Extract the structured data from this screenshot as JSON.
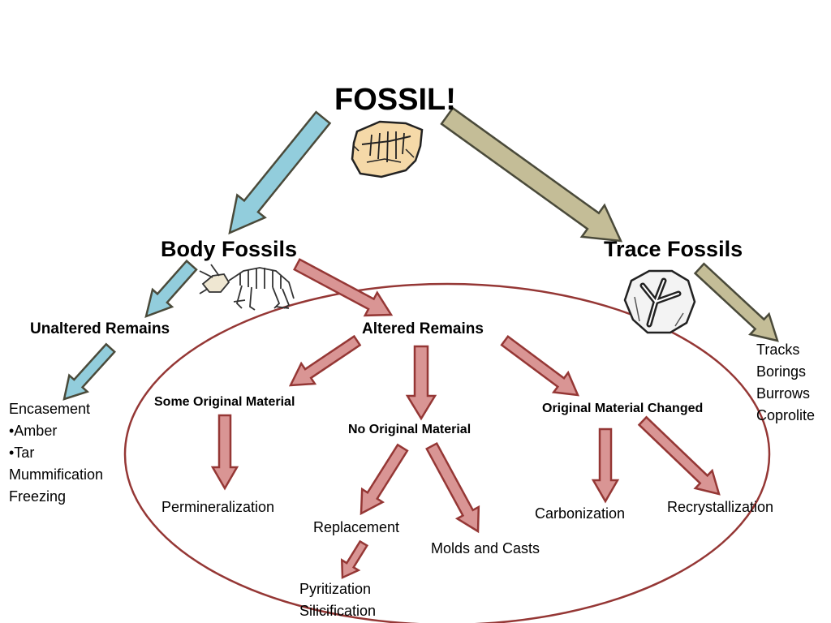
{
  "nodes": {
    "fossil": "FOSSIL!",
    "body_fossils": "Body Fossils",
    "trace_fossils": "Trace Fossils",
    "unaltered_remains": "Unaltered Remains",
    "altered_remains": "Altered Remains",
    "some_original_material": "Some Original Material",
    "no_original_material": "No Original Material",
    "original_material_changed": "Original Material Changed",
    "permineralization": "Permineralization",
    "replacement": "Replacement",
    "molds_and_casts": "Molds and Casts",
    "carbonization": "Carbonization",
    "recrystallization": "Recrystallization"
  },
  "lists": {
    "unaltered": [
      "Encasement",
      "•Amber",
      "•Tar",
      "Mummification",
      "Freezing"
    ],
    "trace": [
      "Tracks",
      "Borings",
      "Burrows",
      "Coprolite"
    ],
    "replacement_types": [
      "Pyritization",
      "Silicification"
    ]
  },
  "colors": {
    "blue_arrow": "#92cddc",
    "red_arrow": "#d99594",
    "olive_arrow": "#c4bd97",
    "arrow_stroke": "#4a4a3a",
    "ellipse": "#953735"
  },
  "icons": [
    "fossil-rock-icon",
    "triceratops-skeleton-icon",
    "footprint-fossil-icon"
  ]
}
